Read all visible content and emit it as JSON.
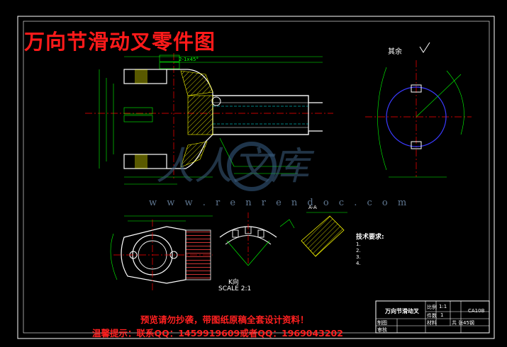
{
  "drawing_title": "万向节滑动叉零件图",
  "notice_line1": "预览请勿抄袭，带图纸原稿全套设计资料！",
  "notice_line2": "温馨提示：联系QQ：1459919609或者QQ：1969043202",
  "watermark_url": "w w w . r e n r e n d o c . c o m",
  "watermark_logo": "人人文库",
  "surface_finish": "其余",
  "view_label_k": "K向",
  "scale_label": "SCALE 2:1",
  "view_label_a": "A-A",
  "tech_requirements": {
    "heading": "技术要求:",
    "items": [
      "1.",
      "2.",
      "3.",
      "4."
    ]
  },
  "chamfer_note": "2-1x45°",
  "title_block": {
    "part_name": "万向节滑动叉",
    "scale_label": "比例",
    "scale_value": "1:1",
    "quantity_label": "件数",
    "quantity_value": "1",
    "material_label": "材料",
    "material_value": "45钢",
    "sheet_label": "共 张",
    "drawing_no": "CA10B",
    "designer_label": "制图",
    "checker_label": "审核"
  },
  "colors": {
    "background": "#000000",
    "outline": "#ffffff",
    "dimension": "#00ff00",
    "hatch": "#ffff00",
    "centerline": "#ff0000",
    "hidden": "#00ffff",
    "circle": "#0000ff",
    "warning_text": "#ff2020"
  }
}
